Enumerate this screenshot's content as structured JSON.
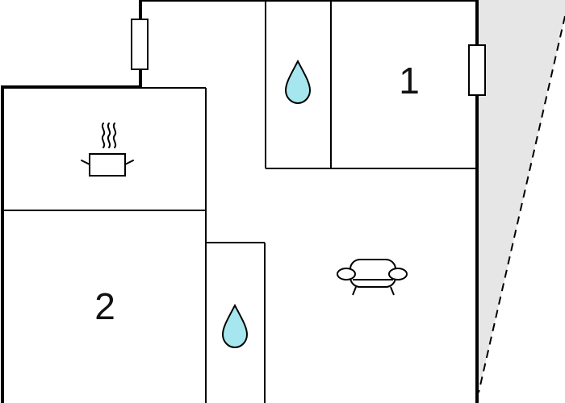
{
  "floorplan": {
    "rooms": [
      {
        "id": "bedroom-1",
        "type": "bedroom",
        "label": "1"
      },
      {
        "id": "bedroom-2",
        "type": "bedroom",
        "label": "2"
      },
      {
        "id": "bathroom-top",
        "type": "bathroom",
        "icon": "water-drop-icon"
      },
      {
        "id": "bathroom-bottom",
        "type": "bathroom",
        "icon": "water-drop-icon"
      },
      {
        "id": "kitchen",
        "type": "kitchen",
        "icon": "cooking-pot-icon"
      },
      {
        "id": "living-room",
        "type": "living",
        "icon": "sofa-icon"
      }
    ],
    "windows": 2,
    "terrace": "dashed-outline-area"
  },
  "colors": {
    "wall": "#000000",
    "water_drop": "#a6e7ef",
    "terrace_fill": "#e6e6e6"
  }
}
